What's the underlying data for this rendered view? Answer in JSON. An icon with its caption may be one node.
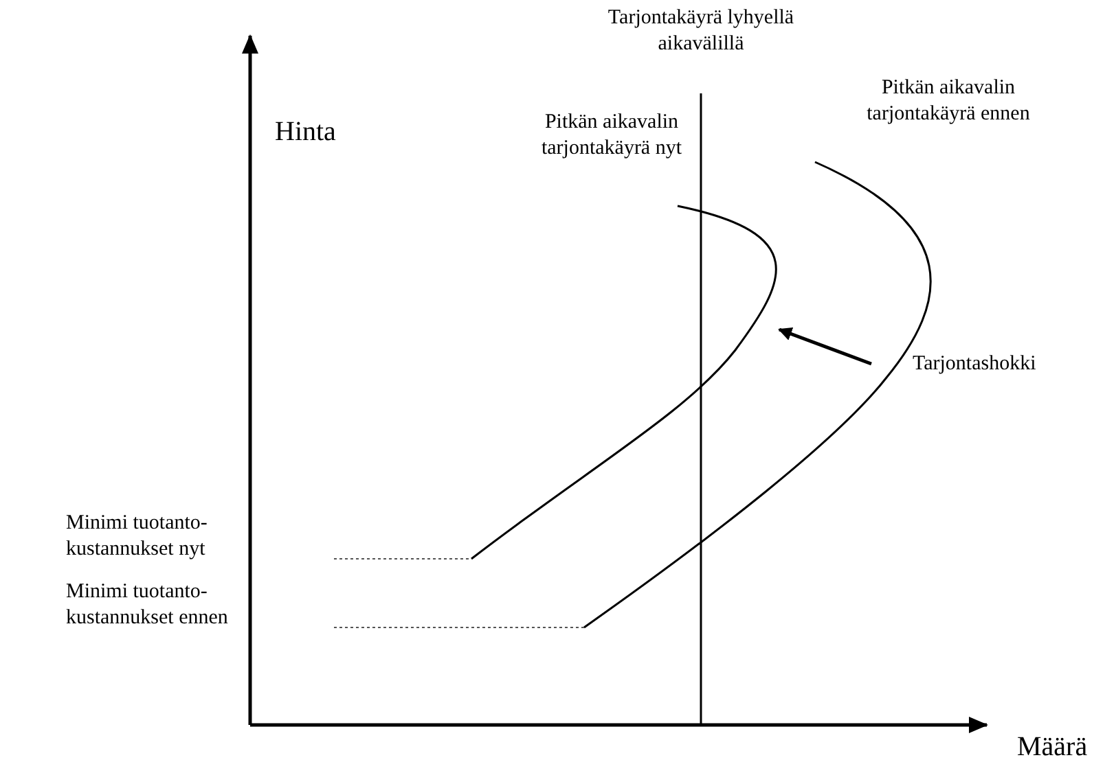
{
  "diagram": {
    "labels": [
      "Tarjontakäyrä lyhyellä aikavälillä",
      "Hinta",
      "Pitkän aikavalin tarjontakäyrä ennen",
      "Pitkän aikavalin tarjontakäyrä nyt",
      "Tarjontashokki",
      "Minimi tuotanto-kustannukset nyt",
      "Minimi tuotanto-kustannukset ennen",
      "Määrä"
    ]
  }
}
